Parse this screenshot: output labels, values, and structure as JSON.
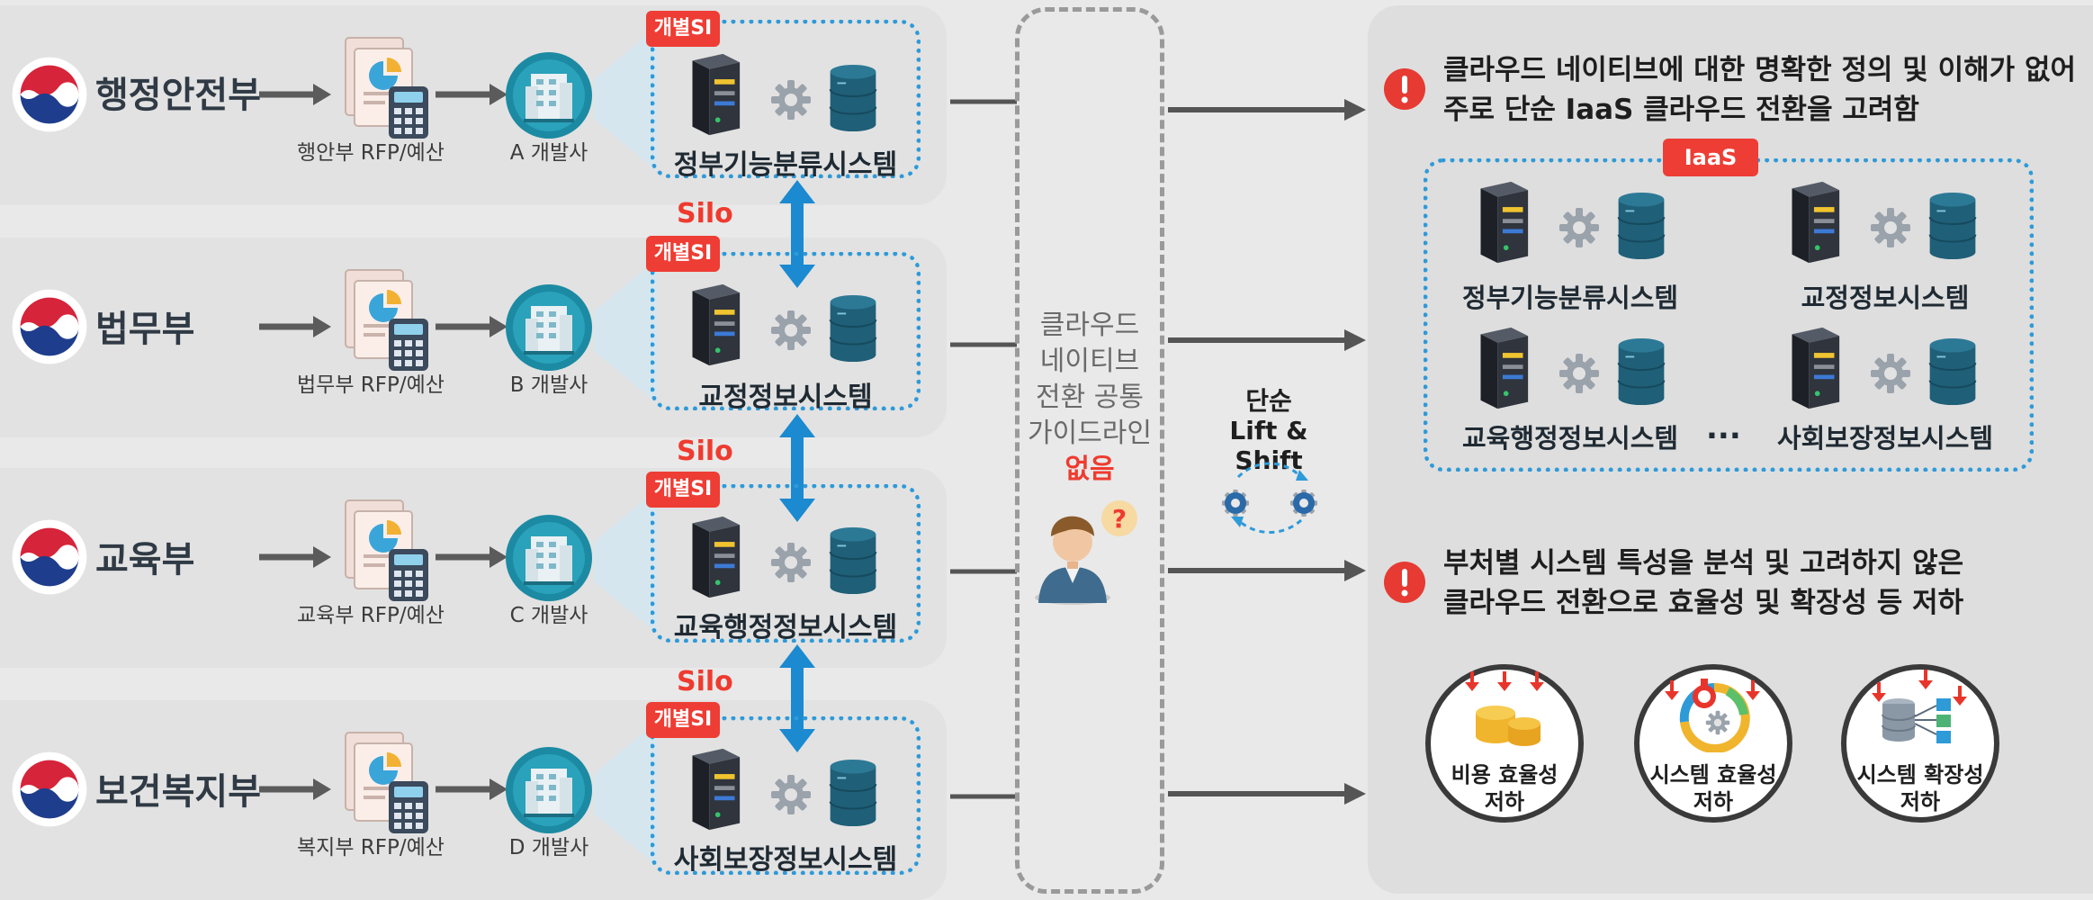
{
  "rows": [
    {
      "ministry": "행정안전부",
      "rfp": "행안부 RFP/예산",
      "vendor": "A 개발사",
      "si_tag": "개별SI",
      "system": "정부기능분류시스템"
    },
    {
      "ministry": "법무부",
      "rfp": "법무부 RFP/예산",
      "vendor": "B 개발사",
      "si_tag": "개별SI",
      "system": "교정정보시스템"
    },
    {
      "ministry": "교육부",
      "rfp": "교육부 RFP/예산",
      "vendor": "C 개발사",
      "si_tag": "개별SI",
      "system": "교육행정정보시스템"
    },
    {
      "ministry": "보건복지부",
      "rfp": "복지부 RFP/예산",
      "vendor": "D 개발사",
      "si_tag": "개별SI",
      "system": "사회보장정보시스템"
    }
  ],
  "silo_label": "Silo",
  "middle": {
    "lines": [
      "클라우드",
      "네이티브",
      "전환 공통",
      "가이드라인"
    ],
    "emphasis": "없음",
    "question_mark": "?"
  },
  "lift_shift": {
    "line1": "단순",
    "line2": "Lift & Shift"
  },
  "issue1": {
    "icon": "!",
    "line1": "클라우드 네이티브에 대한 명확한 정의 및 이해가 없어",
    "line2": "주로 단순 IaaS 클라우드 전환을 고려함"
  },
  "iaas": {
    "tag": "IaaS",
    "systems": [
      "정부기능분류시스템",
      "교정정보시스템",
      "교육행정정보시스템",
      "사회보장정보시스템"
    ],
    "ellipsis": "..."
  },
  "issue2": {
    "icon": "!",
    "line1": "부처별 시스템 특성을 분석 및 고려하지 않은",
    "line2": "클라우드 전환으로 효율성 및 확장성 등 저하"
  },
  "impacts": [
    {
      "line1": "비용 효율성",
      "line2": "저하",
      "icon": "coins-icon"
    },
    {
      "line1": "시스템 효율성",
      "line2": "저하",
      "icon": "stopwatch-gear-icon"
    },
    {
      "line1": "시스템 확장성",
      "line2": "저하",
      "icon": "database-network-icon"
    }
  ],
  "colors": {
    "accent_blue": "#2e9ad8",
    "alert_red": "#ee3d34",
    "server_dark": "#2b2f36",
    "db_teal": "#1f5f78"
  }
}
